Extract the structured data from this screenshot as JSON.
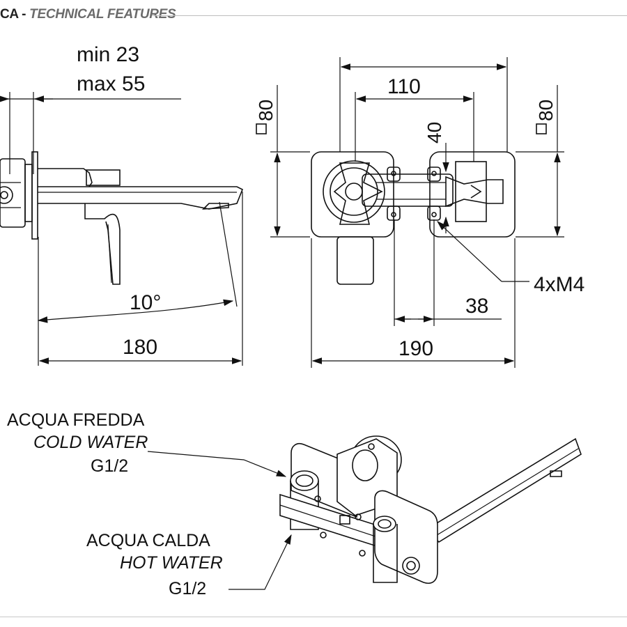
{
  "header": {
    "brand": "CA",
    "separator": " - ",
    "subtitle": "TECHNICAL FEATURES"
  },
  "side_view": {
    "min_label": "min 23",
    "max_label": "max 55",
    "angle_label": "10°",
    "length_label": "180"
  },
  "front_view": {
    "width_top": "110",
    "height_left": "80",
    "height_right": "80",
    "vertical_gap": "40",
    "screws_label": "4xM4",
    "spacing_label": "38",
    "width_total": "190"
  },
  "iso_view": {
    "cold_it": "ACQUA FREDDA",
    "cold_en": "COLD WATER",
    "cold_thread": "G1/2",
    "hot_it": "ACQUA CALDA",
    "hot_en": "HOT WATER",
    "hot_thread": "G1/2"
  },
  "icons": {
    "square_symbol": "square-section-icon"
  }
}
